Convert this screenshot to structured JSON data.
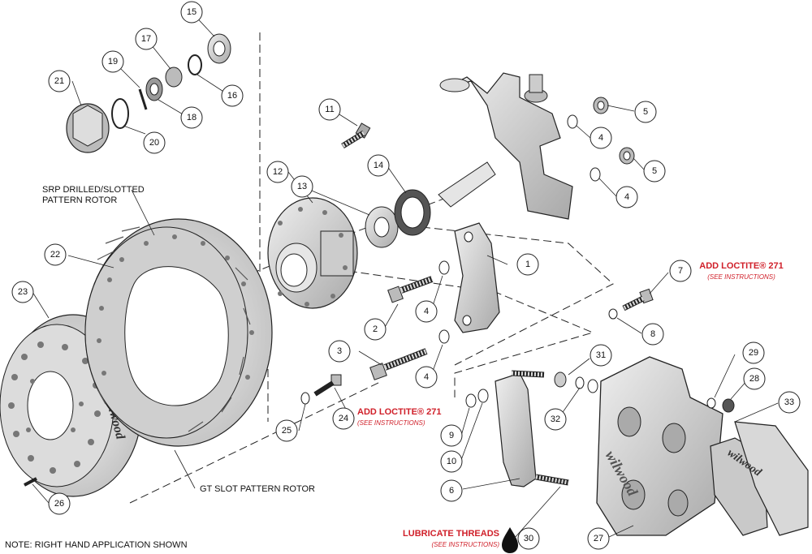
{
  "labels": {
    "srp_rotor": [
      "SRP DRILLED/SLOTTED",
      "PATTERN ROTOR"
    ],
    "gt_rotor": "GT SLOT PATTERN ROTOR",
    "loctite_7": "ADD LOCTITE® 271",
    "loctite_7_sub": "(SEE INSTRUCTIONS)",
    "loctite_24": "ADD LOCTITE® 271",
    "loctite_24_sub": "(SEE INSTRUCTIONS)",
    "lubricate": "LUBRICATE THREADS",
    "lubricate_sub": "(SEE INSTRUCTIONS)",
    "note": "NOTE: RIGHT HAND APPLICATION SHOWN",
    "brand_caliper": "wilwood",
    "brand_pad": "wilwood",
    "brand_hat": "wilwood"
  },
  "callouts": [
    "1",
    "2",
    "3",
    "4",
    "4",
    "4",
    "4",
    "5",
    "5",
    "6",
    "7",
    "8",
    "9",
    "10",
    "11",
    "12",
    "13",
    "14",
    "15",
    "16",
    "17",
    "18",
    "19",
    "20",
    "21",
    "22",
    "23",
    "24",
    "25",
    "26",
    "27",
    "28",
    "29",
    "30",
    "31",
    "32",
    "33"
  ],
  "colors": {
    "line": "#222222",
    "part_fill": "#d4d4d4",
    "dark_fill": "#9a9a9a",
    "accent_red": "#d0202a"
  }
}
